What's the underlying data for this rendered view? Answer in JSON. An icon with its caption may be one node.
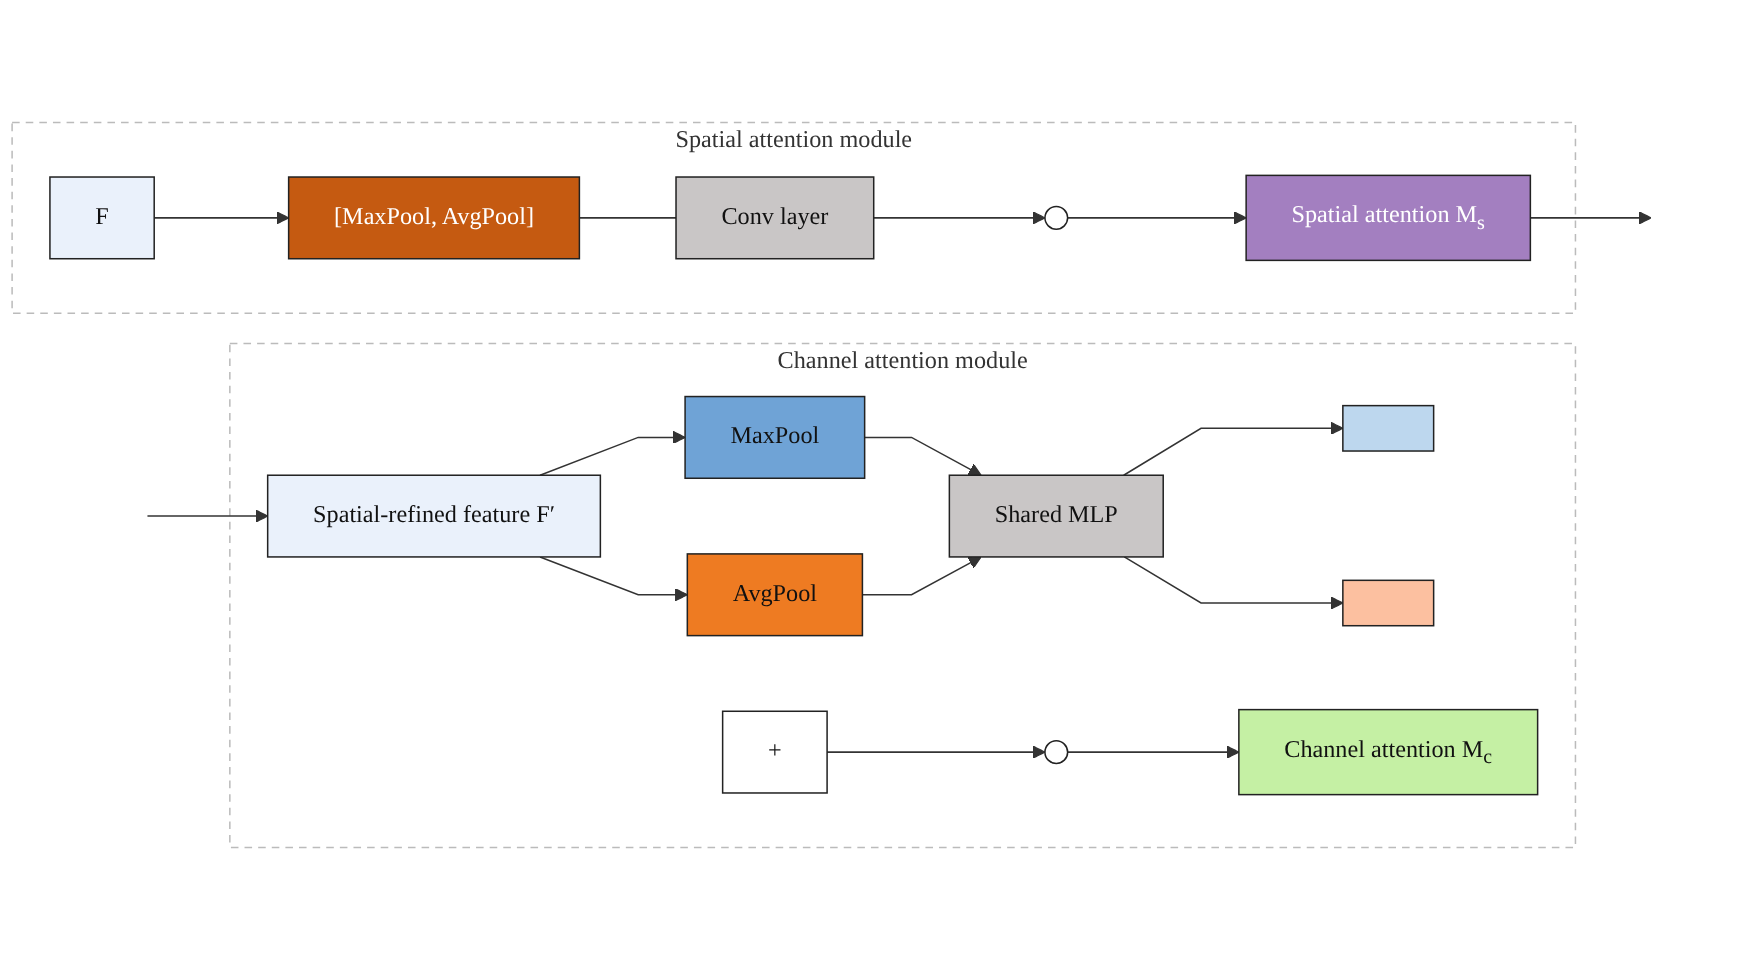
{
  "diagram": {
    "nodes": [
      {
        "text": [
          "Spatial attention module"
        ]
      },
      {
        "text": [
          "F"
        ],
        "in": 0
      },
      {
        "text": [
          "[MaxPool, AvgPool]"
        ],
        "in": 0
      },
      {
        "text": [
          "Conv layer"
        ],
        "in": 0
      },
      {
        "text": [],
        "shape": "circle",
        "in": 0
      },
      {
        "text": [
          "Spatial attention M$_{s}$"
        ],
        "in": 0
      },
      {
        "text": [
          "Channel attention module"
        ]
      },
      {
        "text": [
          "Spatial-refined feature F′"
        ],
        "in": 6
      },
      {
        "text": [
          "MaxPool"
        ],
        "in": 6
      },
      {
        "text": [
          "AvgPool"
        ],
        "in": 6
      },
      {
        "text": [
          "Shared MLP"
        ],
        "in": 6
      },
      {
        "text": [],
        "shape": "bar",
        "in": 6
      },
      {
        "text": [],
        "shape": "bar",
        "in": 6
      },
      {
        "text": [
          "+"
        ],
        "in": 6
      },
      {
        "text": [],
        "shape": "circle",
        "in": 6
      },
      {
        "text": [
          "Channel attention M$_{c}$"
        ],
        "in": 6
      }
    ],
    "edges": [
      {
        "from": 1,
        "to": 2,
        "arrow": "to"
      },
      {
        "from": 2,
        "to": 3,
        "arrow": "none"
      },
      {
        "from": 3,
        "to": 4,
        "arrow": "to"
      },
      {
        "from": 4,
        "to": 5,
        "arrow": "to"
      },
      {
        "from": 5,
        "to": null,
        "arrow": "to"
      },
      {
        "from": null,
        "to": 7,
        "arrow": "to"
      },
      {
        "from": 7,
        "to": 8,
        "arrow": "to"
      },
      {
        "from": 7,
        "to": 9,
        "arrow": "to"
      },
      {
        "from": 8,
        "to": 10,
        "arrow": "to"
      },
      {
        "from": 9,
        "to": 10,
        "arrow": "to"
      },
      {
        "from": 10,
        "to": 11,
        "arrow": "to"
      },
      {
        "from": 10,
        "to": 12,
        "arrow": "to"
      },
      {
        "from": 13,
        "to": 14,
        "arrow": "to"
      },
      {
        "from": 14,
        "to": 15,
        "arrow": "to"
      }
    ]
  }
}
